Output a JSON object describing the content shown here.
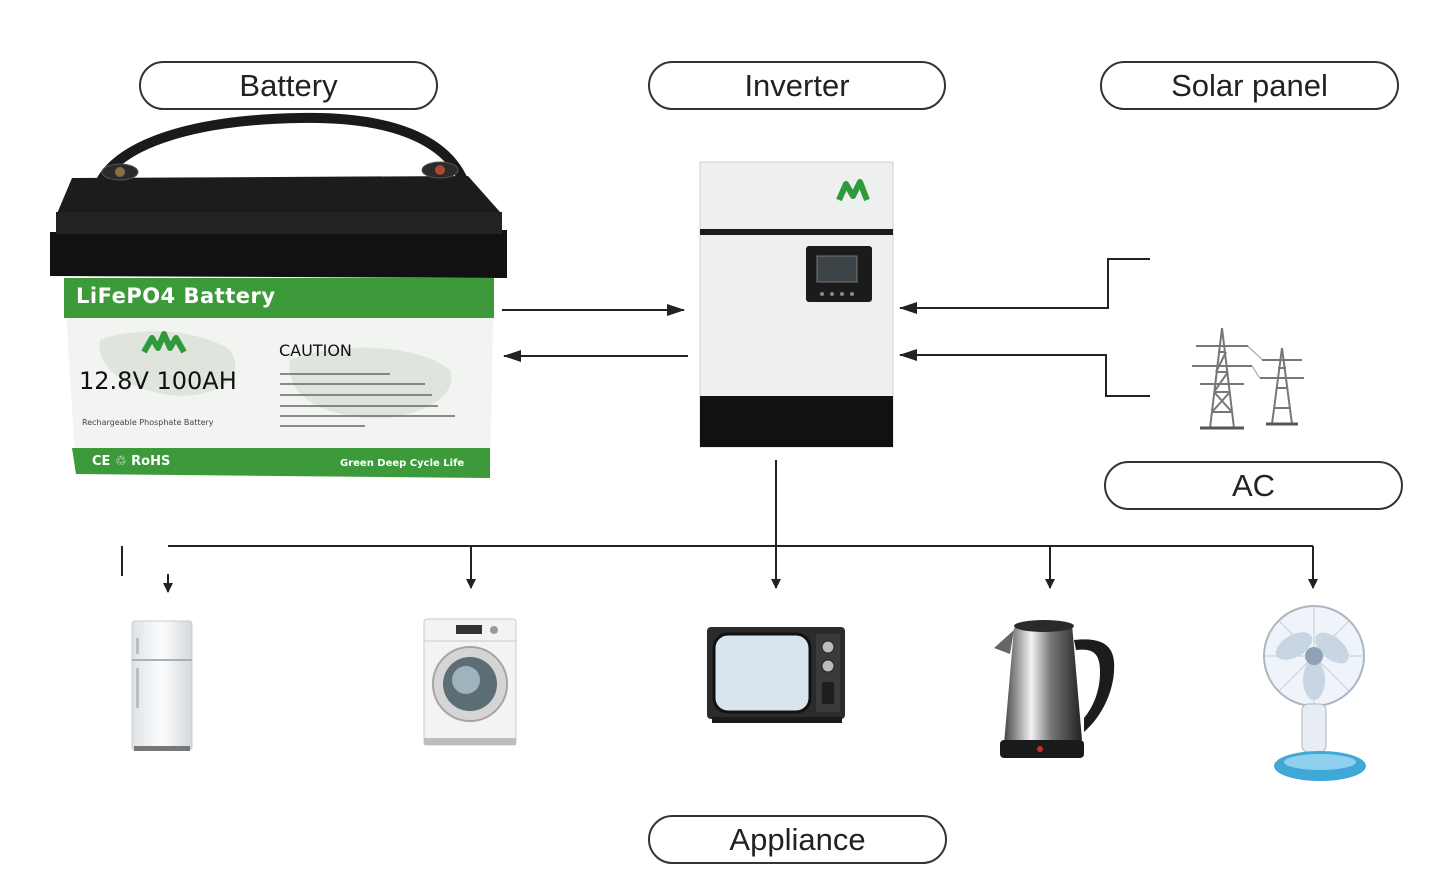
{
  "labels": {
    "battery": "Battery",
    "inverter": "Inverter",
    "solar_panel": "Solar panel",
    "ac": "AC",
    "appliance": "Appliance"
  },
  "battery_label": {
    "title": "LiFePO4 Battery",
    "rating": "12.8V 100AH",
    "caution": "CAUTION",
    "subtitle": "Rechargeable Phosphate Battery",
    "certs": "CE ♲ RoHS",
    "footer": "Green Deep Cycle Life"
  },
  "colors": {
    "battery_green": "#3c9a3a",
    "logo_green": "#2e9a3c",
    "line": "#222222"
  },
  "icons": [
    "battery-image",
    "inverter-image",
    "power-tower-icon",
    "refrigerator-icon",
    "washing-machine-icon",
    "tv-icon",
    "kettle-icon",
    "fan-icon"
  ]
}
